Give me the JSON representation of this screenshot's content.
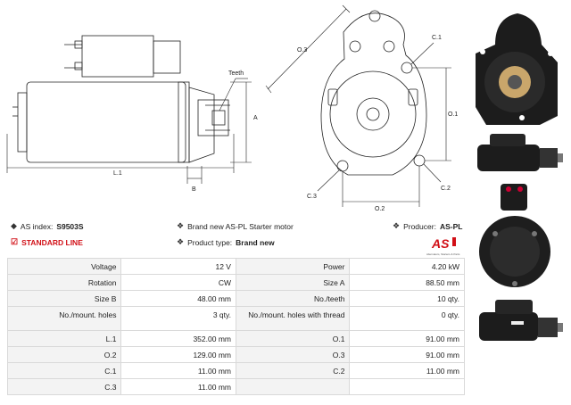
{
  "header": {
    "as_index_label": "AS index:",
    "as_index_value": "S9503S",
    "standard_line": "STANDARD LINE",
    "brand_text": "Brand new AS-PL Starter motor",
    "product_type_label": "Product type:",
    "product_type_value": "Brand new",
    "producer_label": "Producer:",
    "producer_value": "AS-PL"
  },
  "logo": {
    "letters": "AS",
    "tagline": "Alternators, Starters & Parts",
    "color": "#d10f16"
  },
  "drawing_labels": {
    "teeth": "Teeth",
    "a": "A",
    "b": "B",
    "l1": "L.1",
    "o1": "O.1",
    "o2": "O.2",
    "o3": "O.3",
    "c1": "C.1",
    "c2": "C.2",
    "c3": "C.3"
  },
  "specs": [
    [
      "Voltage",
      "12 V",
      "Power",
      "4.20 kW"
    ],
    [
      "Rotation",
      "CW",
      "Size A",
      "88.50 mm"
    ],
    [
      "Size B",
      "48.00 mm",
      "No./teeth",
      "10 qty."
    ],
    [
      "No./mount. holes",
      "3 qty.",
      "No./mount. holes with thread",
      "0 qty."
    ],
    [
      "L.1",
      "352.00 mm",
      "O.1",
      "91.00 mm"
    ],
    [
      "O.2",
      "129.00 mm",
      "O.3",
      "91.00 mm"
    ],
    [
      "C.1",
      "11.00 mm",
      "C.2",
      "11.00 mm"
    ],
    [
      "C.3",
      "11.00 mm",
      "",
      ""
    ]
  ]
}
